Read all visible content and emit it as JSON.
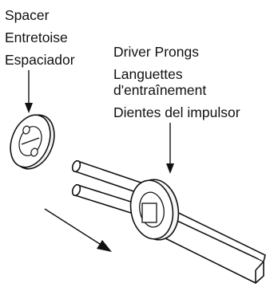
{
  "labels": {
    "spacer": [
      "Spacer",
      "Entretoise",
      "Espaciador"
    ],
    "driver_prongs": [
      "Driver Prongs",
      "Languettes",
      "d'entraînement",
      "Dientes del impulsor"
    ]
  },
  "icons": {
    "spacer_arrow": "arrow-down-icon",
    "driver_arrow": "arrow-down-icon",
    "motion_arrow": "arrow-right-down-icon"
  },
  "colors": {
    "stroke": "#111111",
    "background": "#ffffff"
  }
}
